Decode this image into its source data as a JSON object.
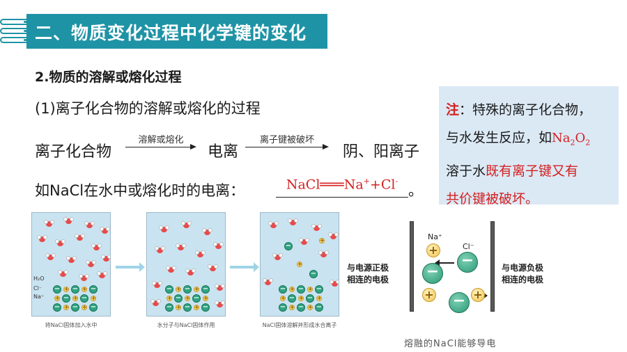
{
  "header": {
    "title": "二、物质变化过程中化学键的变化",
    "accent": "#1f93a6"
  },
  "heading2": "2.物质的溶解或熔化过程",
  "heading3": "(1)离子化合物的溶解或熔化的过程",
  "process": {
    "step1": "离子化合物",
    "arrow1_label": "溶解或熔化",
    "step2": "电离",
    "arrow2_label": "离子键被破坏",
    "step3": "阴、阳离子"
  },
  "equation_line": {
    "prefix": "如NaCl在水中或熔化时的电离：",
    "answer_a": "NaCl",
    "answer_eq": "═══",
    "answer_b": "Na",
    "answer_sup1": "+",
    "answer_plus": "+Cl",
    "answer_sup2": "-",
    "suffix": "。"
  },
  "note": {
    "label": "注",
    "colon": "：",
    "line1": "特殊的离子化合物，",
    "line2a": "与水发生反应，如",
    "formula_a": "Na",
    "formula_sub1": "2",
    "formula_b": "O",
    "formula_sub2": "2",
    "line3a": "溶于水",
    "line3b": "既有离子键又有",
    "line4": "共价键被破坏。",
    "highlight": "#d42020",
    "bg": "#dbe9f5"
  },
  "beakers": {
    "label_h2o": "H₂O",
    "label_cl": "Cl⁻",
    "label_na": "Na⁺",
    "caption1": "将NaCl固体加入水中",
    "caption2": "水分子与NaCl固体作用",
    "caption3": "NaCl固体溶解并形成水合离子"
  },
  "electrolysis": {
    "left_label_1": "与电源正极",
    "left_label_2": "相连的电极",
    "right_label_1": "与电源负极",
    "right_label_2": "相连的电极",
    "na_label": "Na⁺",
    "cl_label": "Cl⁻",
    "caption": "熔融的NaCl能够导电"
  }
}
